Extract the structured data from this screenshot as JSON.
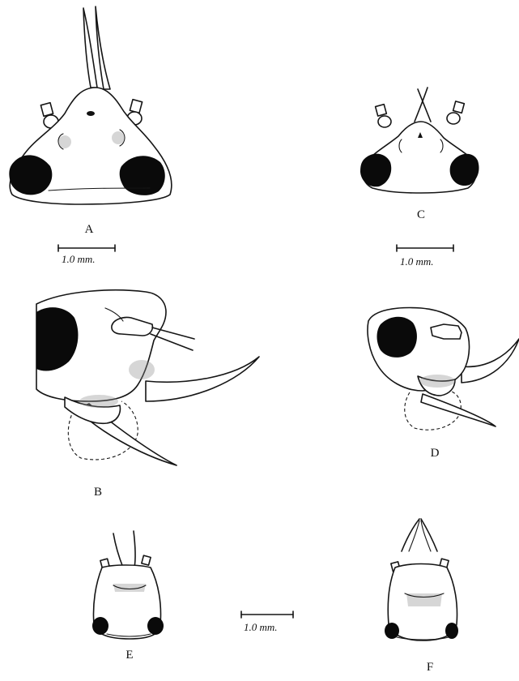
{
  "figure": {
    "panels": [
      {
        "id": "A",
        "label": "A"
      },
      {
        "id": "B",
        "label": "B"
      },
      {
        "id": "C",
        "label": "C"
      },
      {
        "id": "D",
        "label": "D"
      },
      {
        "id": "E",
        "label": "E"
      },
      {
        "id": "F",
        "label": "F"
      }
    ],
    "scale_bars": [
      {
        "id": "scale-A",
        "text": "1.0 mm."
      },
      {
        "id": "scale-C",
        "text": "1.0 mm."
      },
      {
        "id": "scale-EF",
        "text": "1.0 mm."
      }
    ]
  }
}
